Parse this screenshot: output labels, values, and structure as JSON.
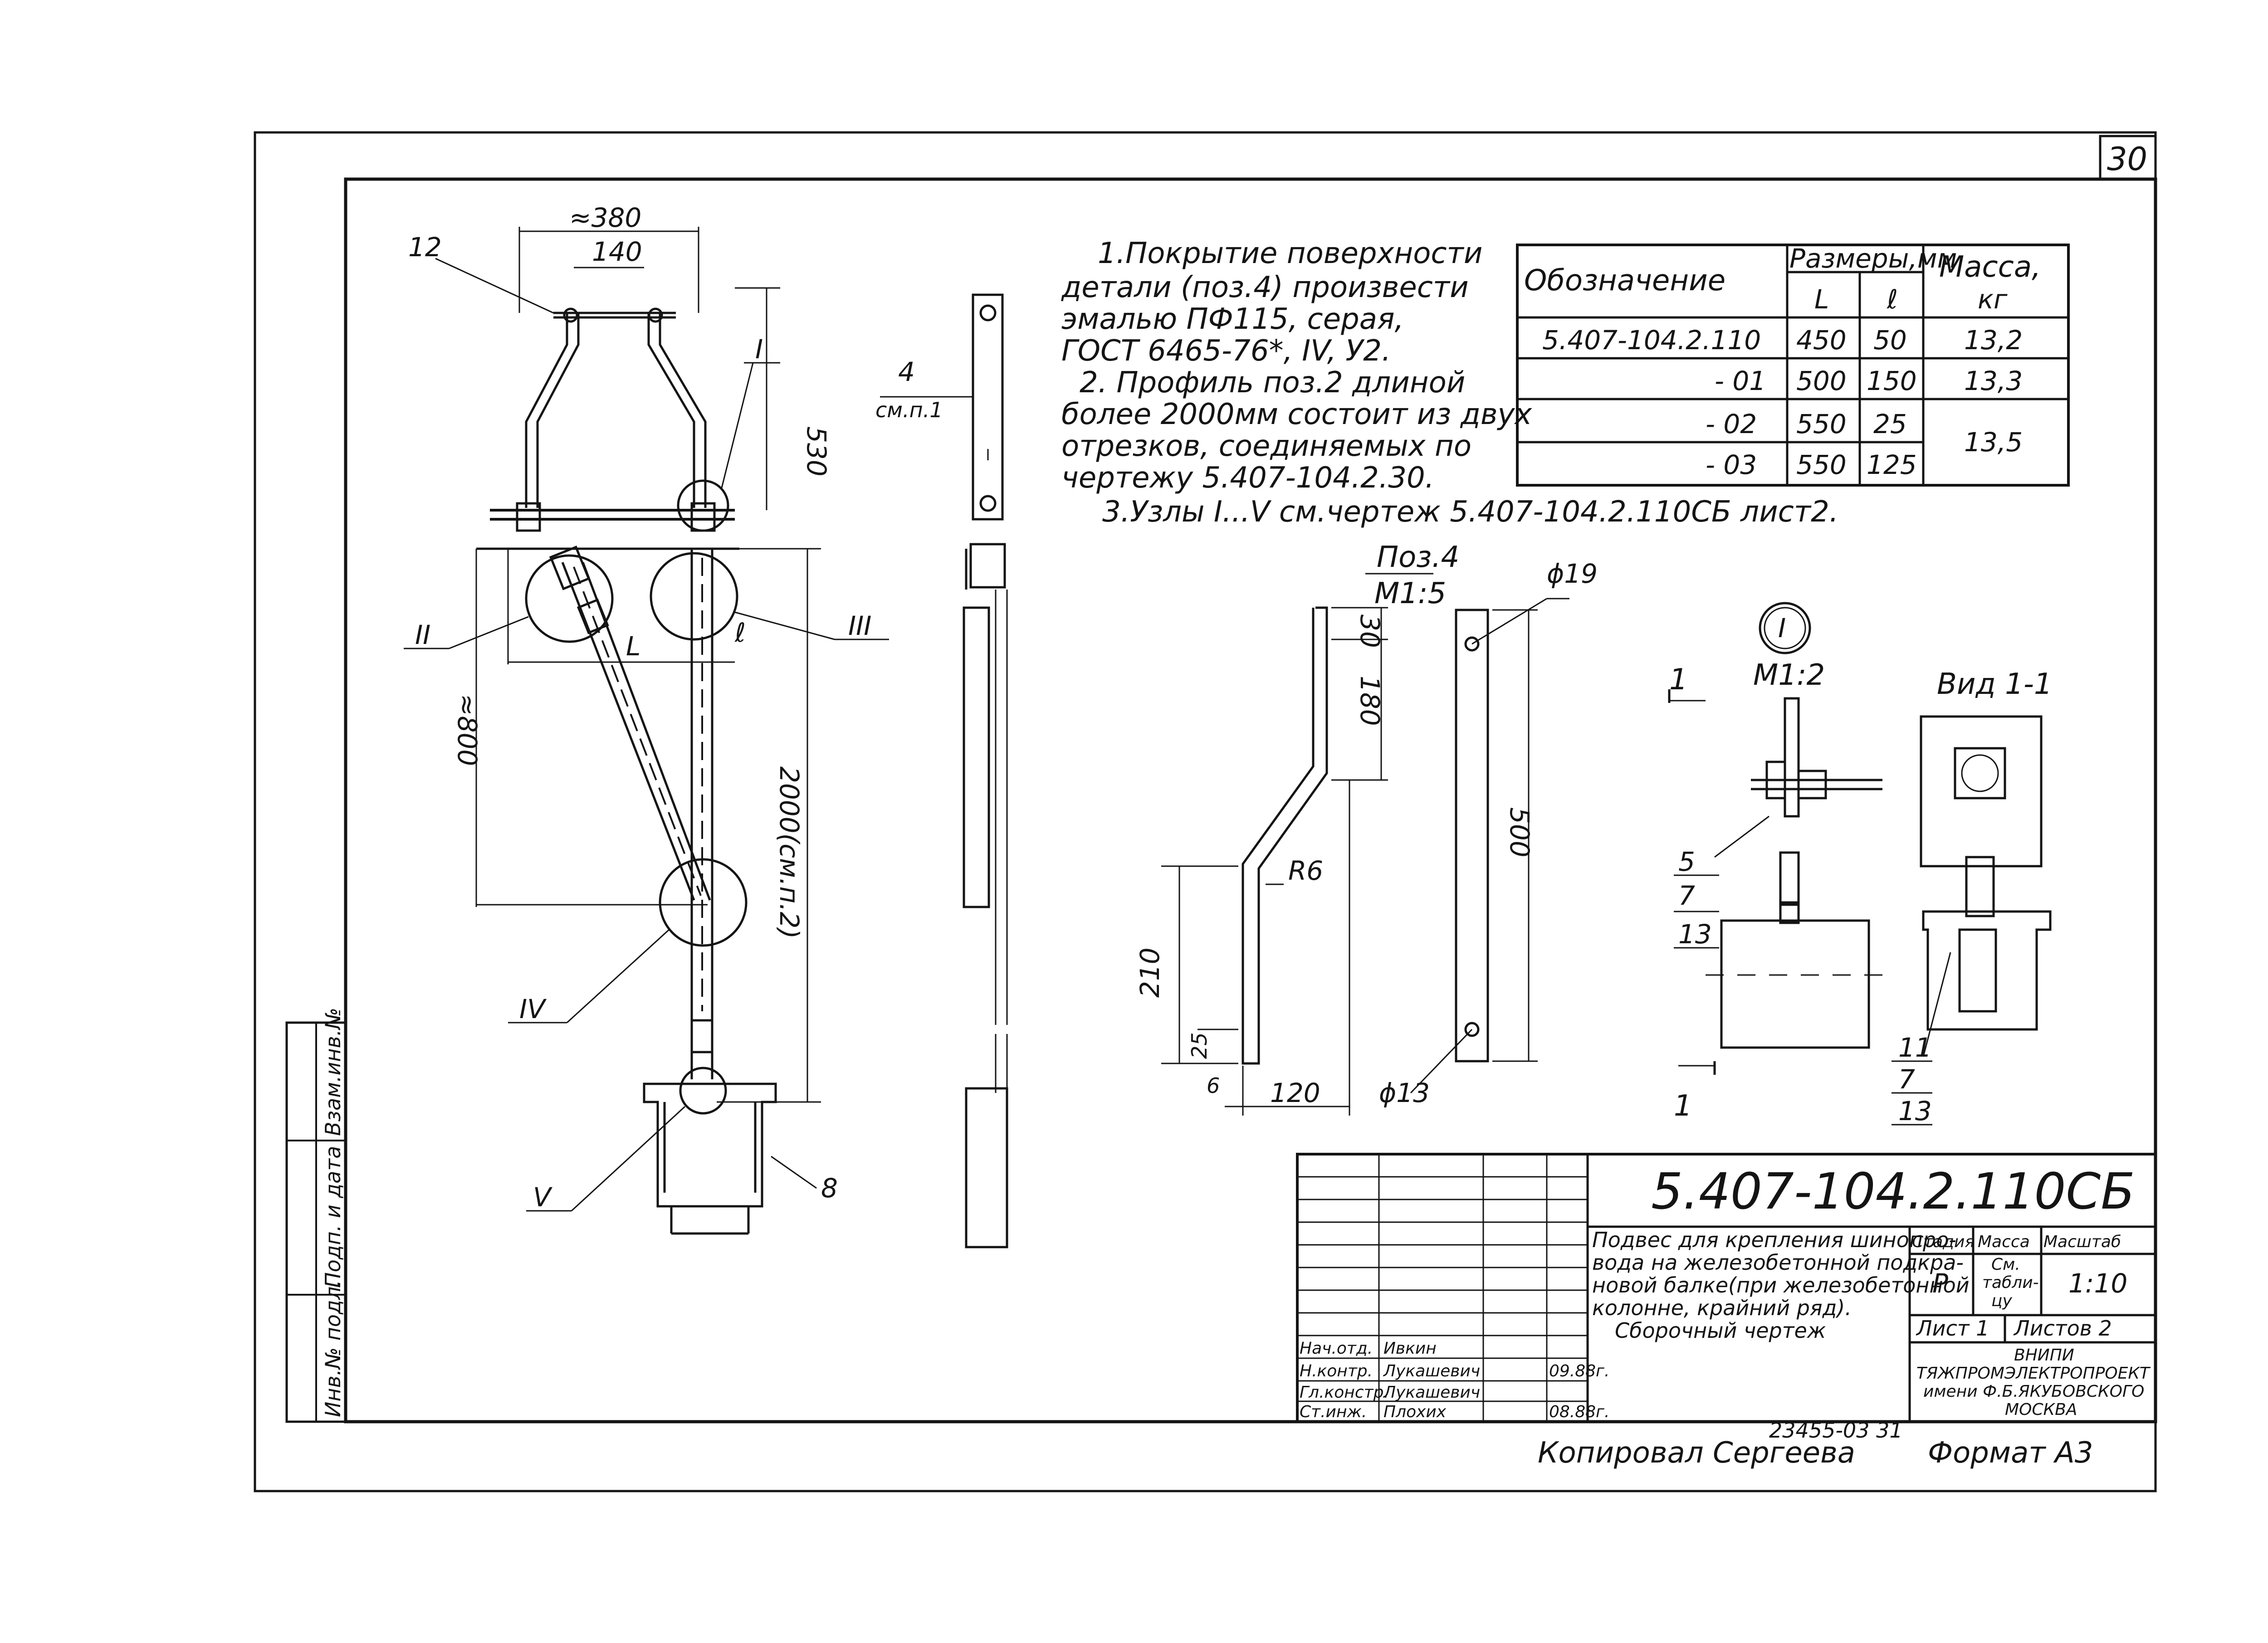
{
  "sheet": {
    "number": "30",
    "designation": "5.407-104.2.110СБ",
    "title_lines": [
      "Подвес для крепления шинопро-",
      "вода на железобетонной подкра-",
      "новой балке(при железобетонной",
      "колонне, крайний ряд).",
      "Сборочный чертеж"
    ],
    "stage_header": "Стадия",
    "mass_header": "Масса",
    "scale_header": "Масштаб",
    "stage": "Р",
    "mass_lines": [
      "См.",
      "табли-",
      "цу"
    ],
    "scale": "1:10",
    "sheet_label": "Лист 1",
    "sheets_label": "Листов 2",
    "org_lines": [
      "ВНИПИ",
      "ТЯЖПРОМЭЛЕКТРОПРОЕКТ",
      "имени Ф.Б.ЯКУБОВСКОГО",
      "МОСКВА"
    ],
    "archive_no": "23455-03 31",
    "copied": "Копировал Сергеева",
    "format": "Формат А3"
  },
  "side_stamp": [
    "Инв.№ подл.",
    "Подп. и дата",
    "Взам.инв.№"
  ],
  "signatures": [
    {
      "role": "Нач.отд.",
      "name": "Ивкин",
      "date": ""
    },
    {
      "role": "Н.контр.",
      "name": "Лукашевич",
      "date": "09.88г."
    },
    {
      "role": "Гл.констр.",
      "name": "Лукашевич",
      "date": ""
    },
    {
      "role": "Ст.инж.",
      "name": "Плохих",
      "date": "08.88г."
    }
  ],
  "notes": [
    "1.Покрытие поверхности",
    "детали (поз.4) произвести",
    "эмалью ПФ115, серая,",
    "ГОСТ 6465-76*, IV, У2.",
    "2. Профиль поз.2 длиной",
    "более 2000мм состоит из двух",
    "отрезков, соединяемых по",
    "чертежу 5.407-104.2.30.",
    "3.Узлы I...V см.чертеж 5.407-104.2.110СБ лист2."
  ],
  "spec_table": {
    "headers": {
      "designation": "Обозначение",
      "sizes": "Размеры,мм",
      "L": "L",
      "l": "ℓ",
      "mass": "Масса,",
      "mass_unit": "кг"
    },
    "rows": [
      {
        "designation": "5.407-104.2.110",
        "L": "450",
        "l": "50",
        "mass": "13,2"
      },
      {
        "designation": "- 01",
        "L": "500",
        "l": "150",
        "mass": "13,3"
      },
      {
        "designation": "- 02",
        "L": "550",
        "l": "25",
        "mass": "13,5"
      },
      {
        "designation": "- 03",
        "L": "550",
        "l": "125",
        "mass": ""
      }
    ]
  },
  "main_view": {
    "dim_width": "≈380",
    "dim_140": "140",
    "dim_530": "530",
    "dim_800": "≈800",
    "dim_2000": "2000(см.п.2)",
    "dim_L": "L",
    "dim_l": "ℓ",
    "pos_12": "12",
    "pos_8": "8",
    "node_I": "I",
    "node_II": "II",
    "node_III": "III",
    "node_IV": "IV",
    "node_V": "V"
  },
  "side_view": {
    "pos_4": "4",
    "pos_4_note": "см.п.1"
  },
  "part4": {
    "title": "Поз.4",
    "scale": "М1:5",
    "dim_30": "30",
    "dim_180": "180",
    "dim_500": "500",
    "dim_210": "210",
    "dim_25": "25",
    "dim_6": "6",
    "dim_120": "120",
    "dim_R6": "R6",
    "dim_d19": "ϕ19",
    "dim_d13": "ϕ13"
  },
  "node1": {
    "label": "I",
    "scale": "М1:2",
    "section_mark": "1",
    "pos_5": "5",
    "pos_7a": "7",
    "pos_13a": "13",
    "view_title": "Вид 1-1",
    "pos_11": "11",
    "pos_7b": "7",
    "pos_13b": "13"
  }
}
